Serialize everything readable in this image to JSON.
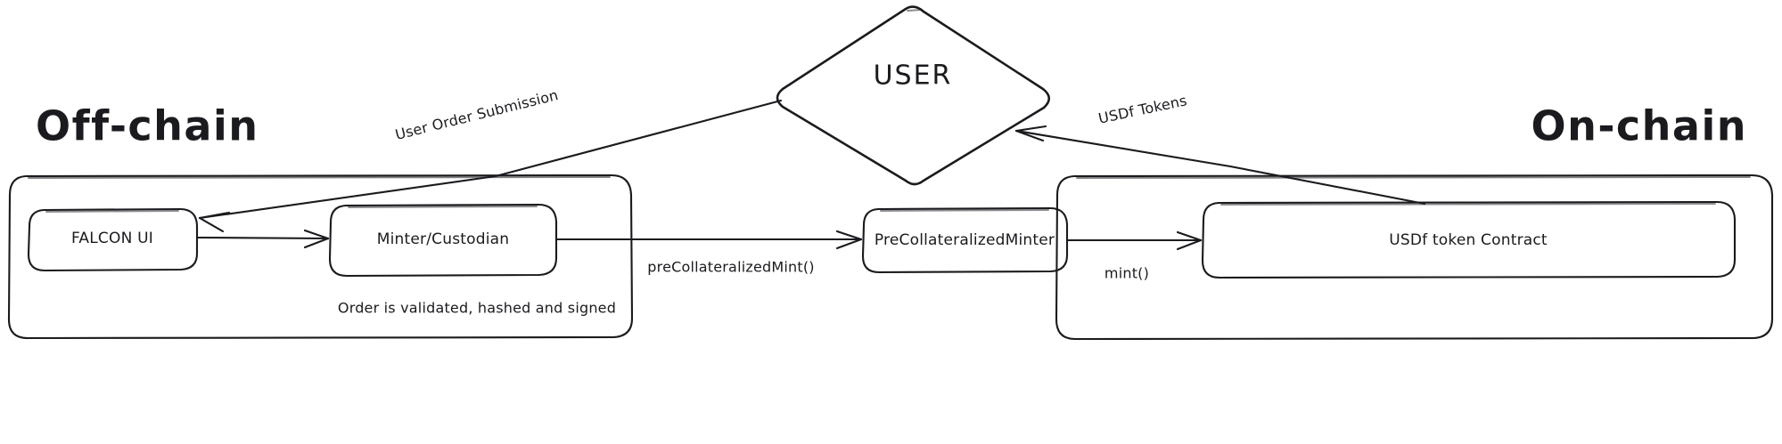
{
  "diagram": {
    "title_hidden": "",
    "background": "#ffffff",
    "stroke_color": "#1b1b1f",
    "zones": [
      {
        "id": "off-chain",
        "label": "Off-chain"
      },
      {
        "id": "on-chain",
        "label": "On-chain"
      }
    ],
    "actor": {
      "id": "user",
      "label": "USER",
      "shape": "diamond"
    },
    "nodes": [
      {
        "id": "falcon-ui",
        "label": "FALCON UI",
        "zone": "off-chain"
      },
      {
        "id": "minter-custodian",
        "label": "Minter/Custodian",
        "zone": "off-chain"
      },
      {
        "id": "precollateralized-minter",
        "label": "PreCollateralizedMinter",
        "zone": "on-chain"
      },
      {
        "id": "usdf-token-contract",
        "label": "USDf token Contract",
        "zone": "on-chain"
      }
    ],
    "edges": [
      {
        "id": "user-order-submission",
        "label": "User Order Submission",
        "from": "user",
        "to": "falcon-ui"
      },
      {
        "id": "usdf-tokens",
        "label": "USDf Tokens",
        "from": "usdf-token-contract",
        "to": "user"
      },
      {
        "id": "falcon-to-minter",
        "label": "",
        "from": "falcon-ui",
        "to": "minter-custodian"
      },
      {
        "id": "precollateralized-mint",
        "label": "preCollateralizedMint()",
        "from": "minter-custodian",
        "to": "precollateralized-minter"
      },
      {
        "id": "mint",
        "label": "mint()",
        "from": "precollateralized-minter",
        "to": "usdf-token-contract"
      }
    ],
    "captions": [
      {
        "id": "order-validation-note",
        "label": "Order is validated, hashed and signed"
      }
    ]
  }
}
